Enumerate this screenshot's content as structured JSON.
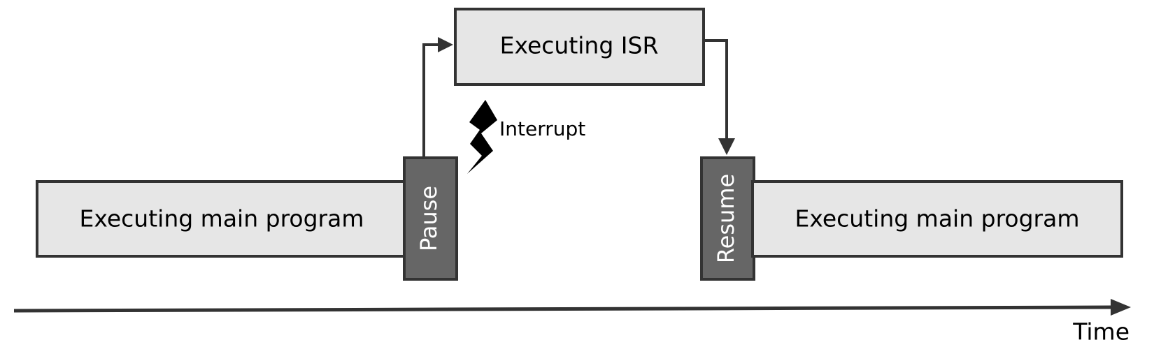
{
  "labels": {
    "main_program_left": "Executing main program",
    "pause": "Pause",
    "isr": "Executing ISR",
    "interrupt": "Interrupt",
    "resume": "Resume",
    "main_program_right": "Executing main program",
    "time": "Time"
  },
  "icons": {
    "interrupt": "lightning-bolt-icon"
  }
}
